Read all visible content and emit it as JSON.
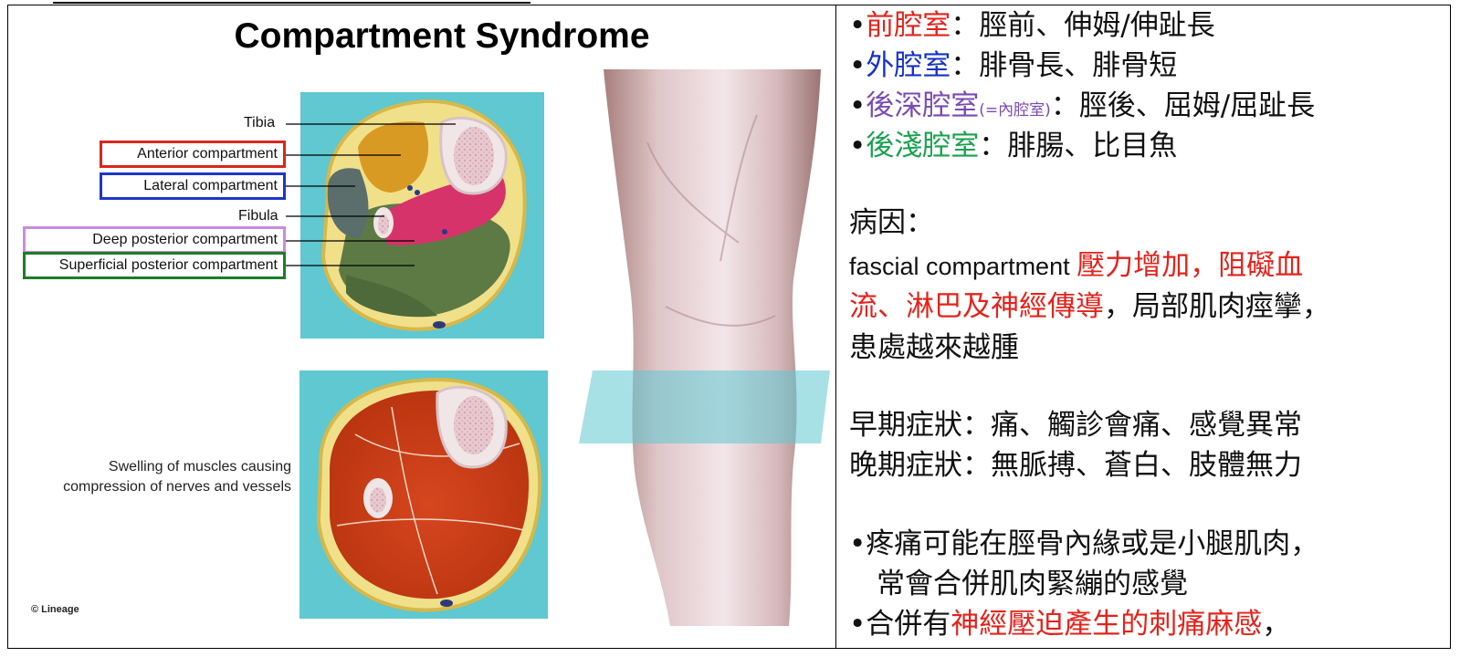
{
  "diagram": {
    "title": "Compartment Syndrome",
    "labels": {
      "tibia": "Tibia",
      "anterior": "Anterior compartment",
      "lateral": "Lateral compartment",
      "fibula": "Fibula",
      "deep_posterior": "Deep posterior compartment",
      "superficial_posterior": "Superficial posterior compartment"
    },
    "caption": "Swelling of muscles causing compression of nerves and vessels",
    "credit": "© Lineage",
    "colors": {
      "anterior": "#d9261c",
      "lateral": "#1c37c8",
      "deep_posterior": "#c98be0",
      "superficial_posterior": "#1d7d2a",
      "background_panel": "#5fc8d1"
    }
  },
  "notes": {
    "compartments": [
      {
        "bullet": "•",
        "name": "前腔室",
        "name_color": "#e3231b",
        "detail": "：脛前、伸姆/伸趾長"
      },
      {
        "bullet": "•",
        "name": "外腔室",
        "name_color": "#1432c8",
        "detail": "：腓骨長、腓骨短"
      },
      {
        "bullet": "•",
        "name": "後深腔室",
        "name_note": "(=內腔室)",
        "name_color": "#7a4ab4",
        "detail": "：脛後、屈姆/屈趾長"
      },
      {
        "bullet": "•",
        "name": "後淺腔室",
        "name_color": "#18a14e",
        "detail": "：腓腸、比目魚"
      }
    ],
    "cause": {
      "heading": "病因：",
      "line1_plain": "fascial compartment ",
      "line1_red": "壓力增加，阻礙血",
      "line2_red": "流、淋巴及神經傳導",
      "line2_plain": "，局部肌肉痙攣，",
      "line3": "患處越來越腫"
    },
    "symptoms": {
      "early": "早期症狀：痛、觸診會痛、感覺異常",
      "late": "晚期症狀：無脈搏、蒼白、肢體無力"
    },
    "points": {
      "p1_bullet": "•",
      "p1_line1": "疼痛可能在脛骨內緣或是小腿肌肉，",
      "p1_line2": "常會合併肌肉緊繃的感覺",
      "p2_bullet": "•",
      "p2_plain": "合併有",
      "p2_red": "神經壓迫產生的刺痛麻感",
      "p2_end": "，"
    }
  }
}
